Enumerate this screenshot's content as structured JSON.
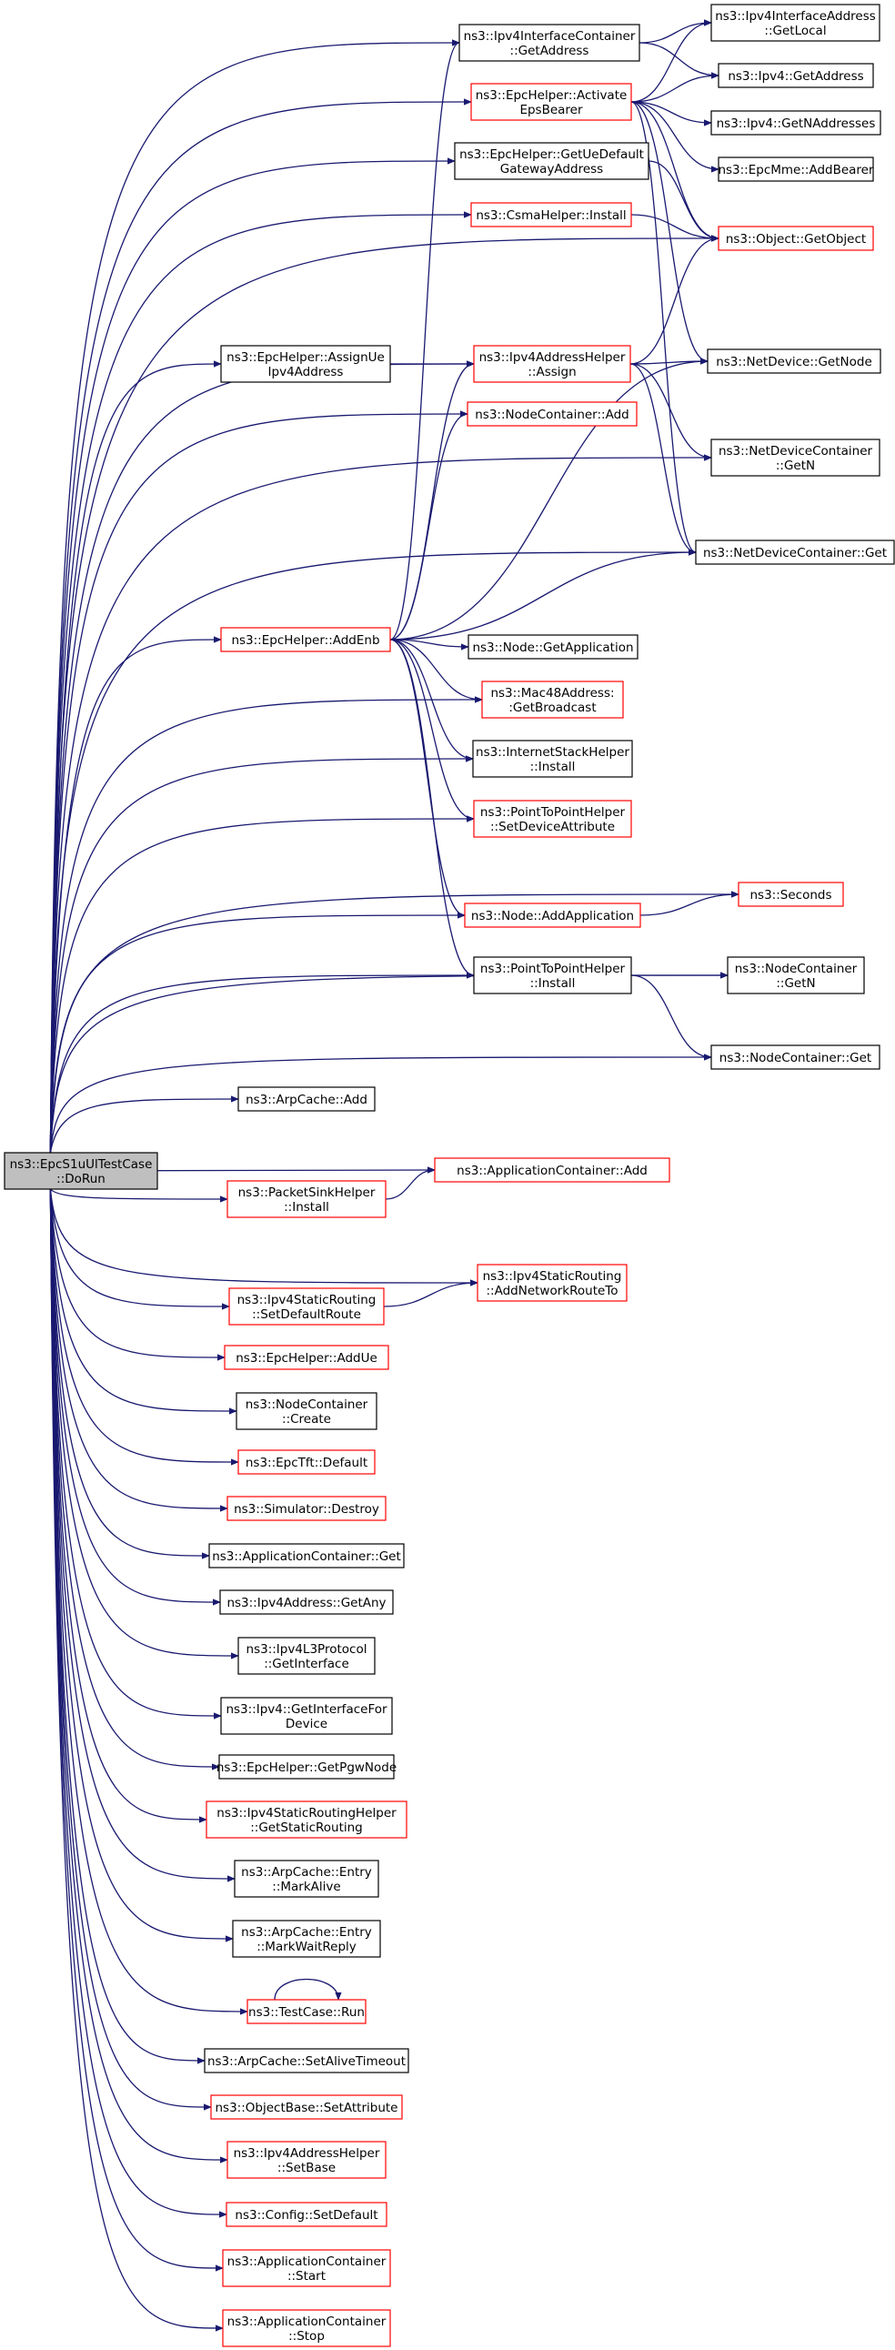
{
  "colors": {
    "edge": "#191970",
    "root_fill": "#bfbfbf",
    "box_fill": "#ffffff",
    "black_border": "#000000",
    "red_border": "#ff0000"
  },
  "nodes": [
    {
      "id": "root",
      "lines": [
        "ns3::EpcS1uUlTestCase",
        "::DoRun"
      ],
      "style": "root"
    },
    {
      "id": "ipv4ic_getaddress",
      "lines": [
        "ns3::Ipv4InterfaceContainer",
        "::GetAddress"
      ],
      "style": "black"
    },
    {
      "id": "epc_activate",
      "lines": [
        "ns3::EpcHelper::Activate",
        "EpsBearer"
      ],
      "style": "red"
    },
    {
      "id": "epc_getue_gw",
      "lines": [
        "ns3::EpcHelper::GetUeDefault",
        "GatewayAddress"
      ],
      "style": "black"
    },
    {
      "id": "csma_install",
      "lines": [
        "ns3::CsmaHelper::Install"
      ],
      "style": "red"
    },
    {
      "id": "epc_assignue",
      "lines": [
        "ns3::EpcHelper::AssignUe",
        "Ipv4Address"
      ],
      "style": "black"
    },
    {
      "id": "ipv4ah_assign",
      "lines": [
        "ns3::Ipv4AddressHelper",
        "::Assign"
      ],
      "style": "red"
    },
    {
      "id": "nc_add",
      "lines": [
        "ns3::NodeContainer::Add"
      ],
      "style": "red"
    },
    {
      "id": "epc_addenb",
      "lines": [
        "ns3::EpcHelper::AddEnb"
      ],
      "style": "red"
    },
    {
      "id": "node_getapp",
      "lines": [
        "ns3::Node::GetApplication"
      ],
      "style": "black"
    },
    {
      "id": "mac48_getbroadcast",
      "lines": [
        "ns3::Mac48Address:",
        ":GetBroadcast"
      ],
      "style": "red"
    },
    {
      "id": "ish_install",
      "lines": [
        "ns3::InternetStackHelper",
        "::Install"
      ],
      "style": "black"
    },
    {
      "id": "p2p_setdevattr",
      "lines": [
        "ns3::PointToPointHelper",
        "::SetDeviceAttribute"
      ],
      "style": "red"
    },
    {
      "id": "node_addapp",
      "lines": [
        "ns3::Node::AddApplication"
      ],
      "style": "red"
    },
    {
      "id": "p2p_install",
      "lines": [
        "ns3::PointToPointHelper",
        "::Install"
      ],
      "style": "black"
    },
    {
      "id": "arpcache_add",
      "lines": [
        "ns3::ArpCache::Add"
      ],
      "style": "black"
    },
    {
      "id": "appc_add",
      "lines": [
        "ns3::ApplicationContainer::Add"
      ],
      "style": "red"
    },
    {
      "id": "psh_install",
      "lines": [
        "ns3::PacketSinkHelper",
        "::Install"
      ],
      "style": "red"
    },
    {
      "id": "isr_adddefaultroute",
      "lines": [
        "ns3::Ipv4StaticRouting",
        "::SetDefaultRoute"
      ],
      "style": "red"
    },
    {
      "id": "isr_addnetworkrouteto",
      "lines": [
        "ns3::Ipv4StaticRouting",
        "::AddNetworkRouteTo"
      ],
      "style": "red"
    },
    {
      "id": "epc_addue",
      "lines": [
        "ns3::EpcHelper::AddUe"
      ],
      "style": "red"
    },
    {
      "id": "nc_create",
      "lines": [
        "ns3::NodeContainer",
        "::Create"
      ],
      "style": "black"
    },
    {
      "id": "epctft_default",
      "lines": [
        "ns3::EpcTft::Default"
      ],
      "style": "red"
    },
    {
      "id": "sim_destroy",
      "lines": [
        "ns3::Simulator::Destroy"
      ],
      "style": "red"
    },
    {
      "id": "appc_get",
      "lines": [
        "ns3::ApplicationContainer::Get"
      ],
      "style": "black"
    },
    {
      "id": "ipv4addr_getany",
      "lines": [
        "ns3::Ipv4Address::GetAny"
      ],
      "style": "black"
    },
    {
      "id": "ipv4l3_getinterface",
      "lines": [
        "ns3::Ipv4L3Protocol",
        "::GetInterface"
      ],
      "style": "black"
    },
    {
      "id": "ipv4_getifdev",
      "lines": [
        "ns3::Ipv4::GetInterfaceFor",
        "Device"
      ],
      "style": "black"
    },
    {
      "id": "epc_getpgw",
      "lines": [
        "ns3::EpcHelper::GetPgwNode"
      ],
      "style": "black"
    },
    {
      "id": "isrh_getstatic",
      "lines": [
        "ns3::Ipv4StaticRoutingHelper",
        "::GetStaticRouting"
      ],
      "style": "red"
    },
    {
      "id": "arp_markalive",
      "lines": [
        "ns3::ArpCache::Entry",
        "::MarkAlive"
      ],
      "style": "black"
    },
    {
      "id": "arp_markwait",
      "lines": [
        "ns3::ArpCache::Entry",
        "::MarkWaitReply"
      ],
      "style": "black"
    },
    {
      "id": "testcase_run",
      "lines": [
        "ns3::TestCase::Run"
      ],
      "style": "red"
    },
    {
      "id": "arp_setalive",
      "lines": [
        "ns3::ArpCache::SetAliveTimeout"
      ],
      "style": "black"
    },
    {
      "id": "ob_setattr",
      "lines": [
        "ns3::ObjectBase::SetAttribute"
      ],
      "style": "red"
    },
    {
      "id": "ipv4ah_setbase",
      "lines": [
        "ns3::Ipv4AddressHelper",
        "::SetBase"
      ],
      "style": "red"
    },
    {
      "id": "config_setdefault",
      "lines": [
        "ns3::Config::SetDefault"
      ],
      "style": "red"
    },
    {
      "id": "appc_start",
      "lines": [
        "ns3::ApplicationContainer",
        "::Start"
      ],
      "style": "red"
    },
    {
      "id": "appc_stop",
      "lines": [
        "ns3::ApplicationContainer",
        "::Stop"
      ],
      "style": "red"
    },
    {
      "id": "ipv4ia_getlocal",
      "lines": [
        "ns3::Ipv4InterfaceAddress",
        "::GetLocal"
      ],
      "style": "black"
    },
    {
      "id": "ipv4_getaddress",
      "lines": [
        "ns3::Ipv4::GetAddress"
      ],
      "style": "black"
    },
    {
      "id": "ipv4_getnaddr",
      "lines": [
        "ns3::Ipv4::GetNAddresses"
      ],
      "style": "black"
    },
    {
      "id": "epcmme_addbearer",
      "lines": [
        "ns3::EpcMme::AddBearer"
      ],
      "style": "black"
    },
    {
      "id": "object_getobject",
      "lines": [
        "ns3::Object::GetObject"
      ],
      "style": "red"
    },
    {
      "id": "netdev_getnode",
      "lines": [
        "ns3::NetDevice::GetNode"
      ],
      "style": "black"
    },
    {
      "id": "ndc_getn",
      "lines": [
        "ns3::NetDeviceContainer",
        "::GetN"
      ],
      "style": "black"
    },
    {
      "id": "ndc_get",
      "lines": [
        "ns3::NetDeviceContainer::Get"
      ],
      "style": "black"
    },
    {
      "id": "seconds",
      "lines": [
        "ns3::Seconds"
      ],
      "style": "red"
    },
    {
      "id": "nc_getn",
      "lines": [
        "ns3::NodeContainer",
        "::GetN"
      ],
      "style": "black"
    },
    {
      "id": "nc_get",
      "lines": [
        "ns3::NodeContainer::Get"
      ],
      "style": "black"
    }
  ]
}
